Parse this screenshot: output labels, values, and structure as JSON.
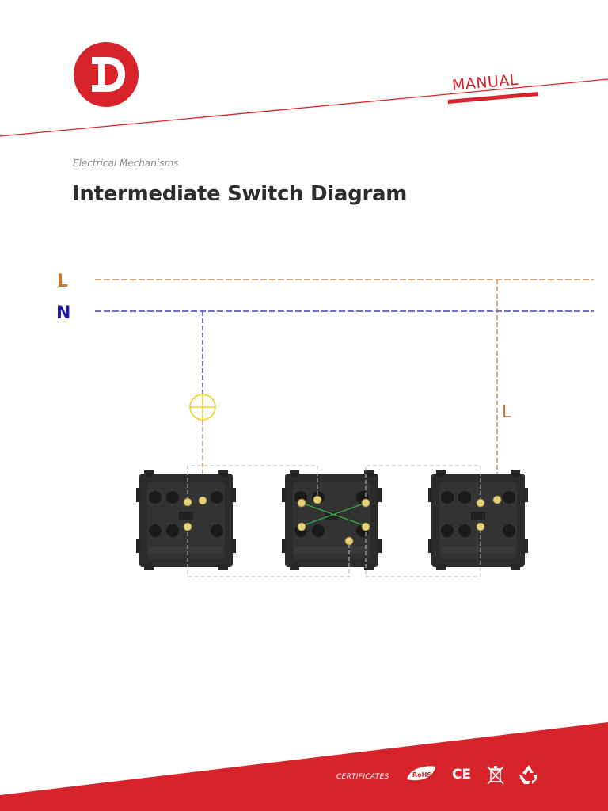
{
  "brand": {
    "logo_letter": "D",
    "red": "#d8232a"
  },
  "header": {
    "manual_label": "MANUAL"
  },
  "content": {
    "subtitle": "Electrical Mechanisms",
    "title": "Intermediate Switch Diagram"
  },
  "diagram": {
    "line_label": "L",
    "neutral_label": "N",
    "drop_label": "L",
    "colors": {
      "line": "#c07a3a",
      "neutral": "#1a1aa8",
      "lamp": "#f2d11a",
      "cross": "#3aa64a",
      "jumper": "#b8b8b8"
    },
    "icons": [
      "lamp-symbol-icon",
      "switch-mechanism-icon"
    ]
  },
  "footer": {
    "certificates_label": "CERTIFICATES",
    "rohs_label": "RoHS",
    "ce_label": "CE",
    "icons": [
      "rohs-leaf-icon",
      "ce-mark-icon",
      "weee-bin-icon",
      "recycle-icon"
    ]
  }
}
